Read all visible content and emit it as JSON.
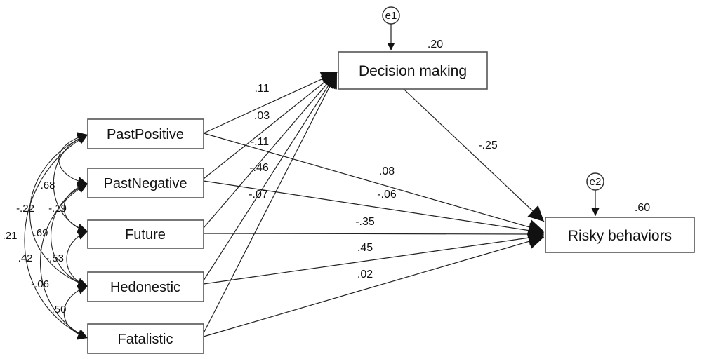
{
  "nodes": {
    "past_positive": "PastPositive",
    "past_negative": "PastNegative",
    "future": "Future",
    "hedonestic": "Hedonestic",
    "fatalistic": "Fatalistic",
    "decision_making": "Decision making",
    "risky_behaviors": "Risky behaviors"
  },
  "errors": {
    "e1": "e1",
    "e2": "e2"
  },
  "r_squared": {
    "decision_making": ".20",
    "risky_behaviors": ".60"
  },
  "paths_to_decision": {
    "past_positive": ".11",
    "past_negative": ".03",
    "future": "-.11",
    "hedonestic": "-.46",
    "fatalistic": "-.07"
  },
  "paths_to_risky": {
    "decision_making": "-.25",
    "past_positive": ".08",
    "past_negative": "-.06",
    "future": "-.35",
    "hedonestic": ".45",
    "fatalistic": ".02"
  },
  "covariances": {
    "pp_pn": ".68",
    "pp_fu": "-.22",
    "pn_fu": "-.19",
    "pp_he": ".21",
    "pn_he": ".69",
    "fu_he": "-.53",
    "pp_fa": ".42",
    "pn_fa": "-.06",
    "he_fa": ".50"
  }
}
